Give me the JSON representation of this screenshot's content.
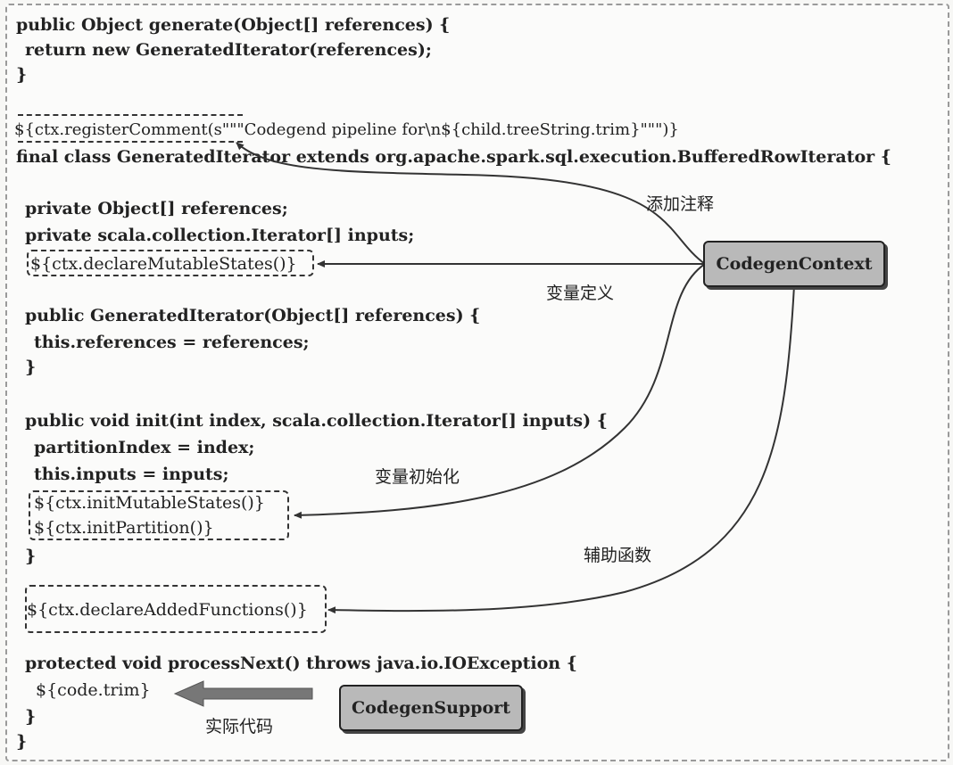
{
  "code": {
    "generate_sig": "public Object generate(Object[] references) {",
    "generate_return": "return new GeneratedIterator(references);",
    "generate_close": "}",
    "register_comment": "${ctx.registerComment(s\"\"\"Codegend pipeline for\\n${child.treeString.trim}\"\"\")}",
    "class_decl": "final class GeneratedIterator extends org.apache.spark.sql.execution.BufferedRowIterator {",
    "field_refs": "private Object[] references;",
    "field_inputs": "private scala.collection.Iterator[] inputs;",
    "declare_mutable_states": "${ctx.declareMutableStates()}",
    "ctor_sig": "public GeneratedIterator(Object[] references) {",
    "ctor_body": "this.references = references;",
    "ctor_close": "}",
    "init_sig": "public void init(int index, scala.collection.Iterator[] inputs) {",
    "init_partition_index": "partitionIndex = index;",
    "init_inputs": "this.inputs = inputs;",
    "init_mutable_states": "${ctx.initMutableStates()}",
    "init_partition": "${ctx.initPartition()}",
    "init_close": "}",
    "declare_added_functions": "${ctx.declareAddedFunctions()}",
    "process_sig": "protected void processNext() throws java.io.IOException {",
    "process_body": "${code.trim}",
    "process_close": "}",
    "class_close": "}"
  },
  "nodes": {
    "codegen_context": "CodegenContext",
    "codegen_support": "CodegenSupport"
  },
  "labels": {
    "add_comment": "添加注释",
    "variable_definition": "变量定义",
    "variable_init": "变量初始化",
    "helper_functions": "辅助函数",
    "actual_code": "实际代码"
  },
  "colors": {
    "box_fill": "#b9b9b9",
    "arrow": "#333333",
    "thick_arrow": "#777777"
  }
}
